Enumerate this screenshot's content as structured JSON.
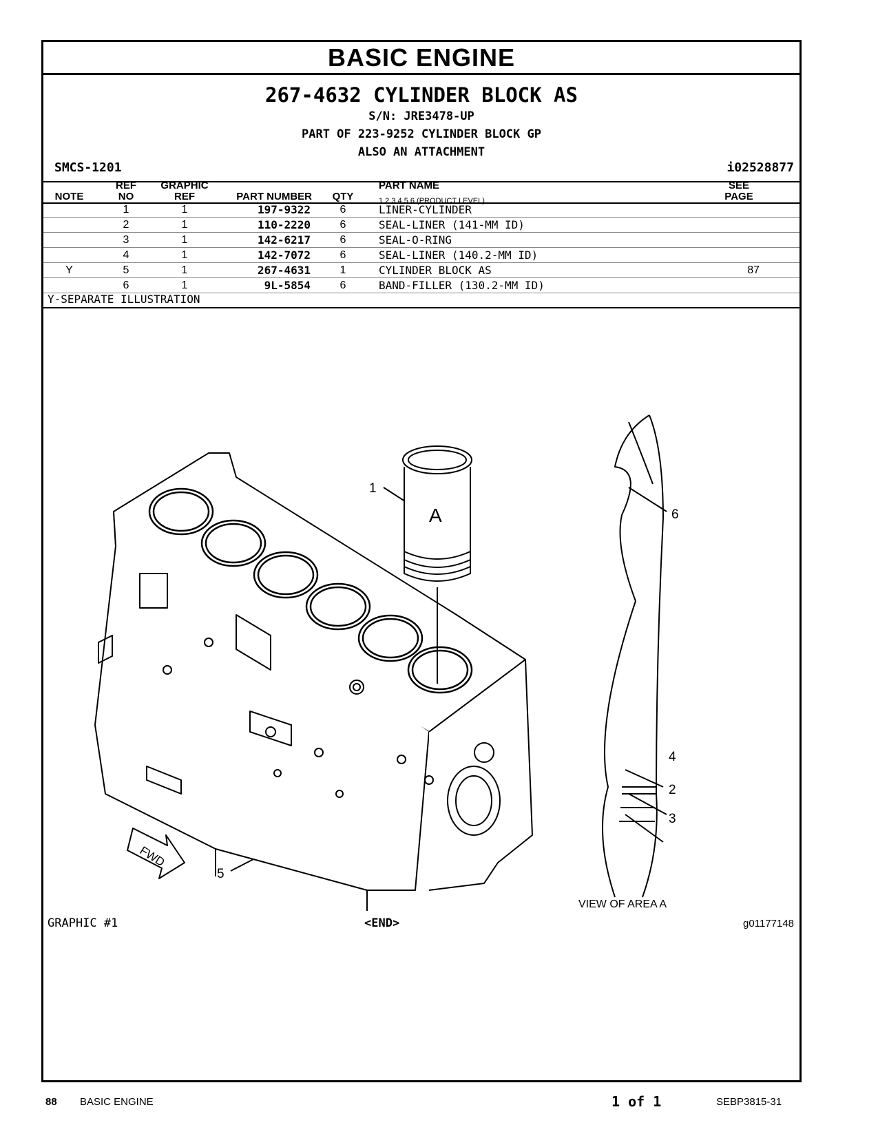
{
  "header": {
    "section": "BASIC  ENGINE",
    "title": "267-4632 CYLINDER BLOCK AS",
    "serial": "S/N: JRE3478-UP",
    "part_of": "PART OF 223-9252 CYLINDER BLOCK GP",
    "attachment": "ALSO AN ATTACHMENT",
    "smcs": "SMCS-1201",
    "id": "i02528877"
  },
  "table": {
    "headers": {
      "note": "NOTE",
      "ref_no": "REF\nNO",
      "graphic_ref": "GRAPHIC\nREF",
      "part_number": "PART NUMBER",
      "qty": "QTY",
      "part_name": "PART NAME",
      "product_level": "1   2   3   4   5   6   (PRODUCT LEVEL)",
      "see_page": "SEE\nPAGE"
    },
    "rows": [
      {
        "note": "",
        "ref": "1",
        "graphic": "1",
        "part": "197-9322",
        "qty": "6",
        "name": "LINER-CYLINDER",
        "see": ""
      },
      {
        "note": "",
        "ref": "2",
        "graphic": "1",
        "part": "110-2220",
        "qty": "6",
        "name": "SEAL-LINER (141-MM ID)",
        "see": ""
      },
      {
        "note": "",
        "ref": "3",
        "graphic": "1",
        "part": "142-6217",
        "qty": "6",
        "name": "SEAL-O-RING",
        "see": ""
      },
      {
        "note": "",
        "ref": "4",
        "graphic": "1",
        "part": "142-7072",
        "qty": "6",
        "name": "SEAL-LINER (140.2-MM ID)",
        "see": ""
      },
      {
        "note": "Y",
        "ref": "5",
        "graphic": "1",
        "part": "267-4631",
        "qty": "1",
        "name": "CYLINDER BLOCK AS",
        "see": "87"
      },
      {
        "note": "",
        "ref": "6",
        "graphic": "1",
        "part": "9L-5854",
        "qty": "6",
        "name": "BAND-FILLER (130.2-MM ID)",
        "see": ""
      }
    ],
    "footnote": "Y-SEPARATE ILLUSTRATION"
  },
  "illustration": {
    "callouts": [
      "1",
      "2",
      "3",
      "4",
      "5",
      "6"
    ],
    "liner_label": "A",
    "fwd": "FWD",
    "view_caption": "VIEW OF AREA A"
  },
  "graphic_footer": {
    "label": "GRAPHIC #1",
    "end": "<END>",
    "id": "g01177148"
  },
  "page_footer": {
    "page": "88",
    "section": "BASIC ENGINE",
    "count": "1 of 1",
    "doc": "SEBP3815-31"
  }
}
